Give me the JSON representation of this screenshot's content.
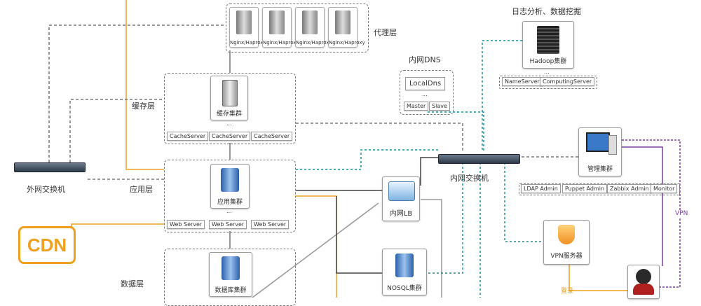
{
  "labels": {
    "proxy_layer": "代理层",
    "cache_layer": "缓存层",
    "cache_cluster": "缓存集群",
    "outer_switch": "外网交换机",
    "app_layer": "应用层",
    "app_cluster": "应用集群",
    "data_layer": "数据层",
    "db_cluster": "数据库集群",
    "internal_dns": "内网DNS",
    "inner_switch": "内网交换机",
    "inner_lb": "内网LB",
    "nosql_cluster": "NOSQL集群",
    "analytics": "日志分析、数据挖掘",
    "hadoop_cluster": "Hadoop集群",
    "mgmt_cluster": "管理集群",
    "vpn_server": "VPN服务器",
    "cdn": "CDN",
    "login": "登录",
    "vpn_short": "VPN",
    "ellipsis": "..."
  },
  "proxy_servers": [
    "Nginx/Haproxy",
    "Nginx/Haproxy",
    "Nginx/Haproxy",
    "Nginx/Haproxy"
  ],
  "cache_servers": [
    "CacheServer",
    "CacheServer",
    "CacheServer"
  ],
  "app_servers": [
    "Web Server",
    "Web Server",
    "Web Server"
  ],
  "dns_nodes": [
    "LocalDns",
    "Master",
    "Slave"
  ],
  "hadoop_nodes": [
    "NameServer",
    "ComputingServer"
  ],
  "mgmt_tools": [
    "LDAP Admin",
    "Puppet Admin",
    "Zabbix Admin",
    "Monitor"
  ],
  "colors": {
    "orange": "#f0a020",
    "teal": "#1a8f9a",
    "gray": "#777777",
    "purple": "#7a3fa0",
    "dark": "#333333"
  }
}
